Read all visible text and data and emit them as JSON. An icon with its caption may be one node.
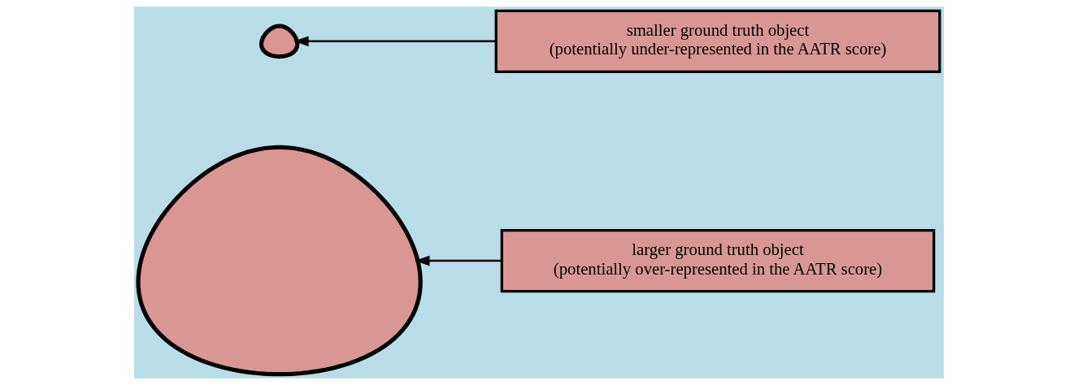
{
  "diagram": {
    "nodes": [
      {
        "text": [],
        "shape": "blob"
      },
      {
        "text": [
          "larger ground truth object",
          "(potentially over-represented in the AATR score)"
        ]
      },
      {
        "text": [],
        "shape": "blob"
      },
      {
        "text": [
          "smaller ground truth object",
          "(potentially under-represented in the AATR score)"
        ]
      }
    ],
    "edges": [
      {
        "from": 1,
        "to": 0,
        "arrow": "to"
      },
      {
        "from": 3,
        "to": 2,
        "arrow": "to"
      }
    ]
  }
}
